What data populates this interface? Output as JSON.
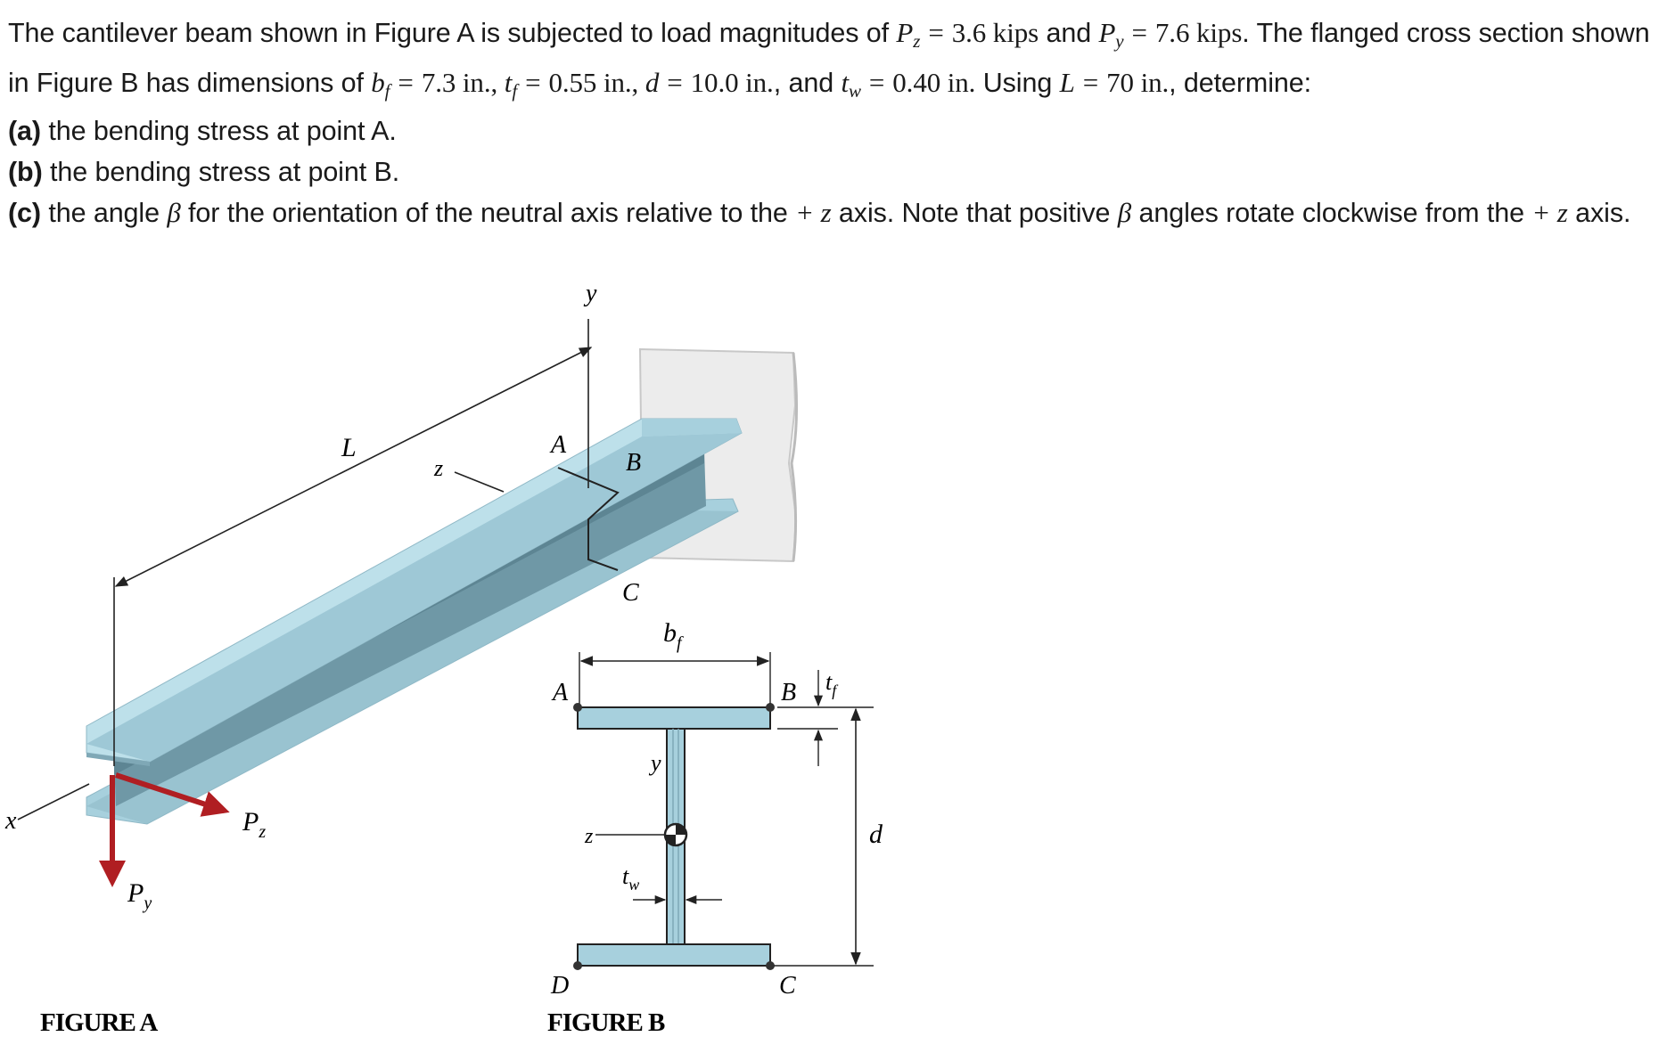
{
  "problem": {
    "line1_a": "The cantilever beam shown in Figure A is subjected to load magnitudes of ",
    "pz_sym": "P",
    "pz_sub": "z",
    "pz_val": "3.6 kips",
    "and1": " and ",
    "py_sym": "P",
    "py_sub": "y",
    "py_val": "7.6 kips",
    "line1_b": ". The flanged cross section shown in Figure B has dimensions of ",
    "bf_sym": "b",
    "bf_sub": "f",
    "bf_val": "7.3 in.",
    "tf_sym": "t",
    "tf_sub": "f",
    "tf_val": "0.55 in.",
    "d_sym": "d",
    "d_val": "10.0 in.",
    "and2": ", and ",
    "tw_sym": "t",
    "tw_sub": "w",
    "tw_val": "0.40 in.",
    "using": " Using ",
    "L_sym": "L",
    "L_val": "70 in.",
    "determine": ", determine:",
    "eq": "=",
    "comma": ", ",
    "a_label": "(a)",
    "a_text": " the bending stress at point A.",
    "b_label": "(b)",
    "b_text": " the bending stress at point B.",
    "c_label": "(c)",
    "c_text_1": " the angle ",
    "beta": "β",
    "c_text_2": " for the orientation of the neutral axis relative to the ",
    "plus_z": "+ z",
    "c_text_3": " axis. Note that positive ",
    "c_text_4": " angles rotate clockwise from the ",
    "c_text_5": " axis."
  },
  "figure_a": {
    "caption": "FIGURE A",
    "label_L": "L",
    "label_A": "A",
    "label_B": "B",
    "label_C": "C",
    "label_y": "y",
    "label_z": "z",
    "label_x": "x",
    "label_Pz_main": "P",
    "label_Pz_sub": "z",
    "label_Py_main": "P",
    "label_Py_sub": "y"
  },
  "figure_b": {
    "caption": "FIGURE B",
    "label_bf_main": "b",
    "label_bf_sub": "f",
    "label_tf_main": "t",
    "label_tf_sub": "f",
    "label_A": "A",
    "label_B": "B",
    "label_C": "C",
    "label_D": "D",
    "label_y": "y",
    "label_z": "z",
    "label_d": "d",
    "label_tw_main": "t",
    "label_tw_sub": "w"
  },
  "colors": {
    "beam_light": "#a7d0dd",
    "beam_top": "#bde0ea",
    "beam_dark": "#6f98a6",
    "web_shade": "#7fa8b6",
    "load_arrow": "#b01e22",
    "wall": "#e8e8e8"
  }
}
